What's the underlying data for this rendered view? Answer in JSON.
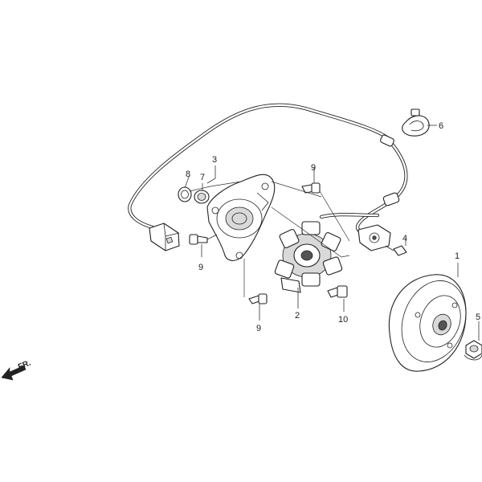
{
  "diagram": {
    "callouts": [
      {
        "id": "c1",
        "text": "1"
      },
      {
        "id": "c2",
        "text": "2"
      },
      {
        "id": "c3",
        "text": "3"
      },
      {
        "id": "c4",
        "text": "4"
      },
      {
        "id": "c5",
        "text": "5"
      },
      {
        "id": "c6",
        "text": "6"
      },
      {
        "id": "c7",
        "text": "7"
      },
      {
        "id": "c8",
        "text": "8"
      },
      {
        "id": "c9a",
        "text": "9"
      },
      {
        "id": "c9b",
        "text": "9"
      },
      {
        "id": "c9c",
        "text": "9"
      },
      {
        "id": "c10",
        "text": "10"
      }
    ],
    "front_label": "FR."
  }
}
